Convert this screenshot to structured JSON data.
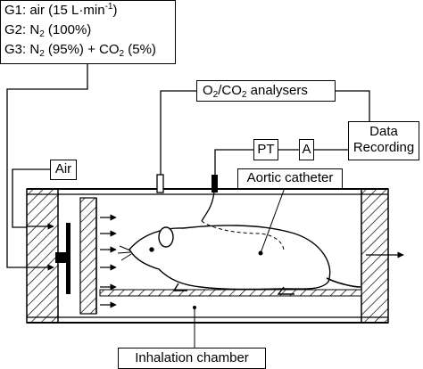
{
  "gas_legend": {
    "g1_prefix": "G1: air (15 L·min",
    "g1_exponent": "-1",
    "g1_suffix": ")",
    "g2_prefix": "G2: N",
    "g2_sub": "2",
    "g2_suffix": " (100%)",
    "g3_prefix": "G3: N",
    "g3_sub1": "2",
    "g3_mid": " (95%) + CO",
    "g3_sub2": "2",
    "g3_suffix": " (5%)"
  },
  "analysers": {
    "o_prefix": "O",
    "o_sub": "2",
    "co_prefix": "/CO",
    "co_sub": "2",
    "suffix": " analysers"
  },
  "data_recording": {
    "line1": "Data",
    "line2": "Recording"
  },
  "pt_label": "PT",
  "a_label": "A",
  "air_label": "Air",
  "aortic_catheter_label": "Aortic catheter",
  "inhalation_chamber_label": "Inhalation chamber"
}
